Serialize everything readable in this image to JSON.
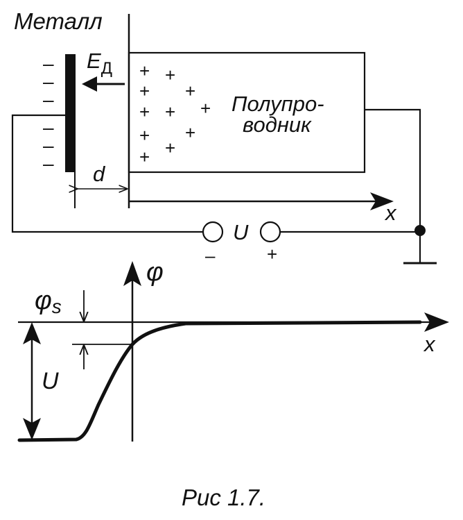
{
  "figure": {
    "metal_label": "Металл",
    "field_label_main": "E",
    "field_label_sub": "Д",
    "gap_label": "d",
    "semiconductor_label_line1": "Полупро-",
    "semiconductor_label_line2": "водник",
    "x_axis_label_top": "x",
    "voltage_label": "U",
    "minus_sign": "–",
    "plus_sign": "+",
    "charge_minus": "–",
    "charge_plus": "+",
    "phi_axis_label": "φ",
    "phi_s_main": "φ",
    "phi_s_sub": "s",
    "potential_u_label": "U",
    "x_axis_label_bottom": "x",
    "caption": "Рис 1.7.",
    "colors": {
      "ink": "#111111",
      "background": "#ffffff"
    }
  }
}
